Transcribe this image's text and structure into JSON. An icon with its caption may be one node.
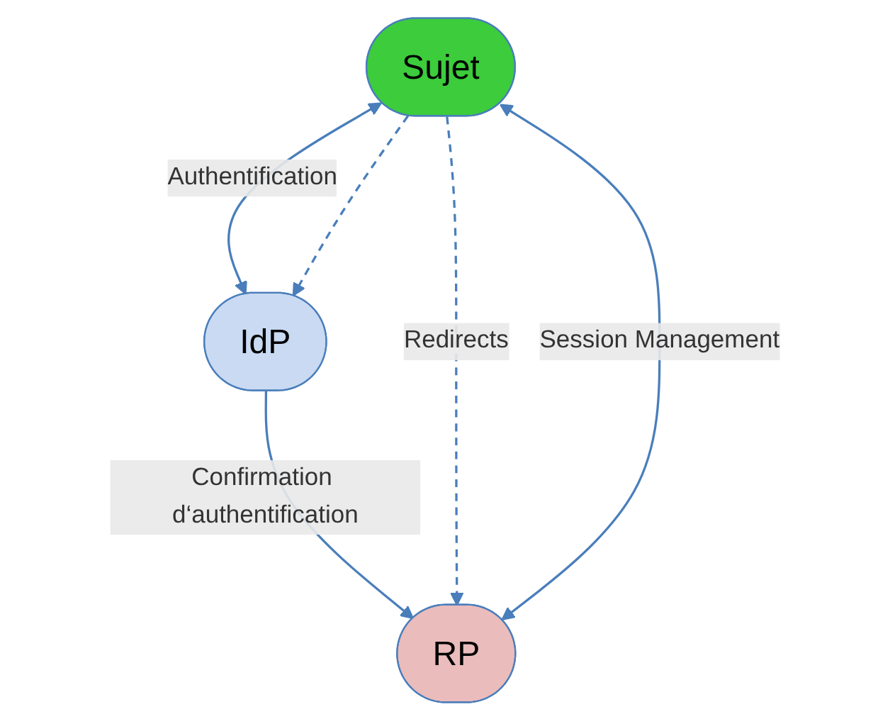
{
  "diagram": {
    "nodes": [
      {
        "text": [
          "IdP"
        ]
      },
      {
        "text": [
          "Sujet"
        ]
      },
      {
        "text": [
          "RP"
        ]
      }
    ],
    "edges": [
      {
        "from": 1,
        "to": 0,
        "arrow": "both",
        "label": "Authentification"
      },
      {
        "from": 0,
        "to": 2,
        "arrow": "to",
        "label": "Confirmation d‘authentification"
      },
      {
        "from": 1,
        "to": 0,
        "arrow": "to",
        "style": "dashed"
      },
      {
        "from": 1,
        "to": 2,
        "arrow": "to",
        "style": "dashed",
        "label": "Redirects"
      },
      {
        "from": 1,
        "to": 2,
        "arrow": "both",
        "label": "Session Management"
      }
    ]
  }
}
